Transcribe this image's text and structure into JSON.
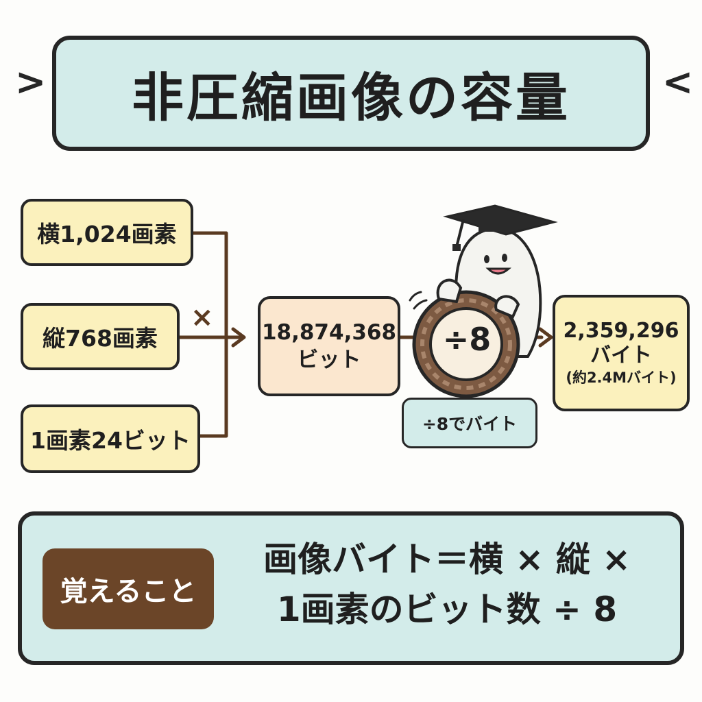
{
  "title": "非圧縮画像の容量",
  "decorations": {
    "left_mark": ">",
    "right_mark": "<"
  },
  "inputs": {
    "width_pixels": "横1,024画素",
    "height_pixels": "縦768画素",
    "bits_per_pixel": "1画素24ビット"
  },
  "operator_multiply": "×",
  "bits_result": {
    "value": "18,874,368",
    "unit": "ビット"
  },
  "coin": {
    "label": "÷8"
  },
  "divide_note": "÷8でバイト",
  "bytes_result": {
    "value": "2,359,296",
    "unit": "バイト",
    "approx": "(約2.4Mバイト)"
  },
  "summary": {
    "label": "覚えること",
    "formula_line1": "画像バイト＝横 × 縦 ×",
    "formula_line2": "1画素のビット数 ÷ 8"
  },
  "colors": {
    "accent_brown": "#6b4528",
    "panel_teal": "#d3ecea",
    "box_yellow": "#fbf1bd",
    "box_peach": "#fbe7cf"
  }
}
